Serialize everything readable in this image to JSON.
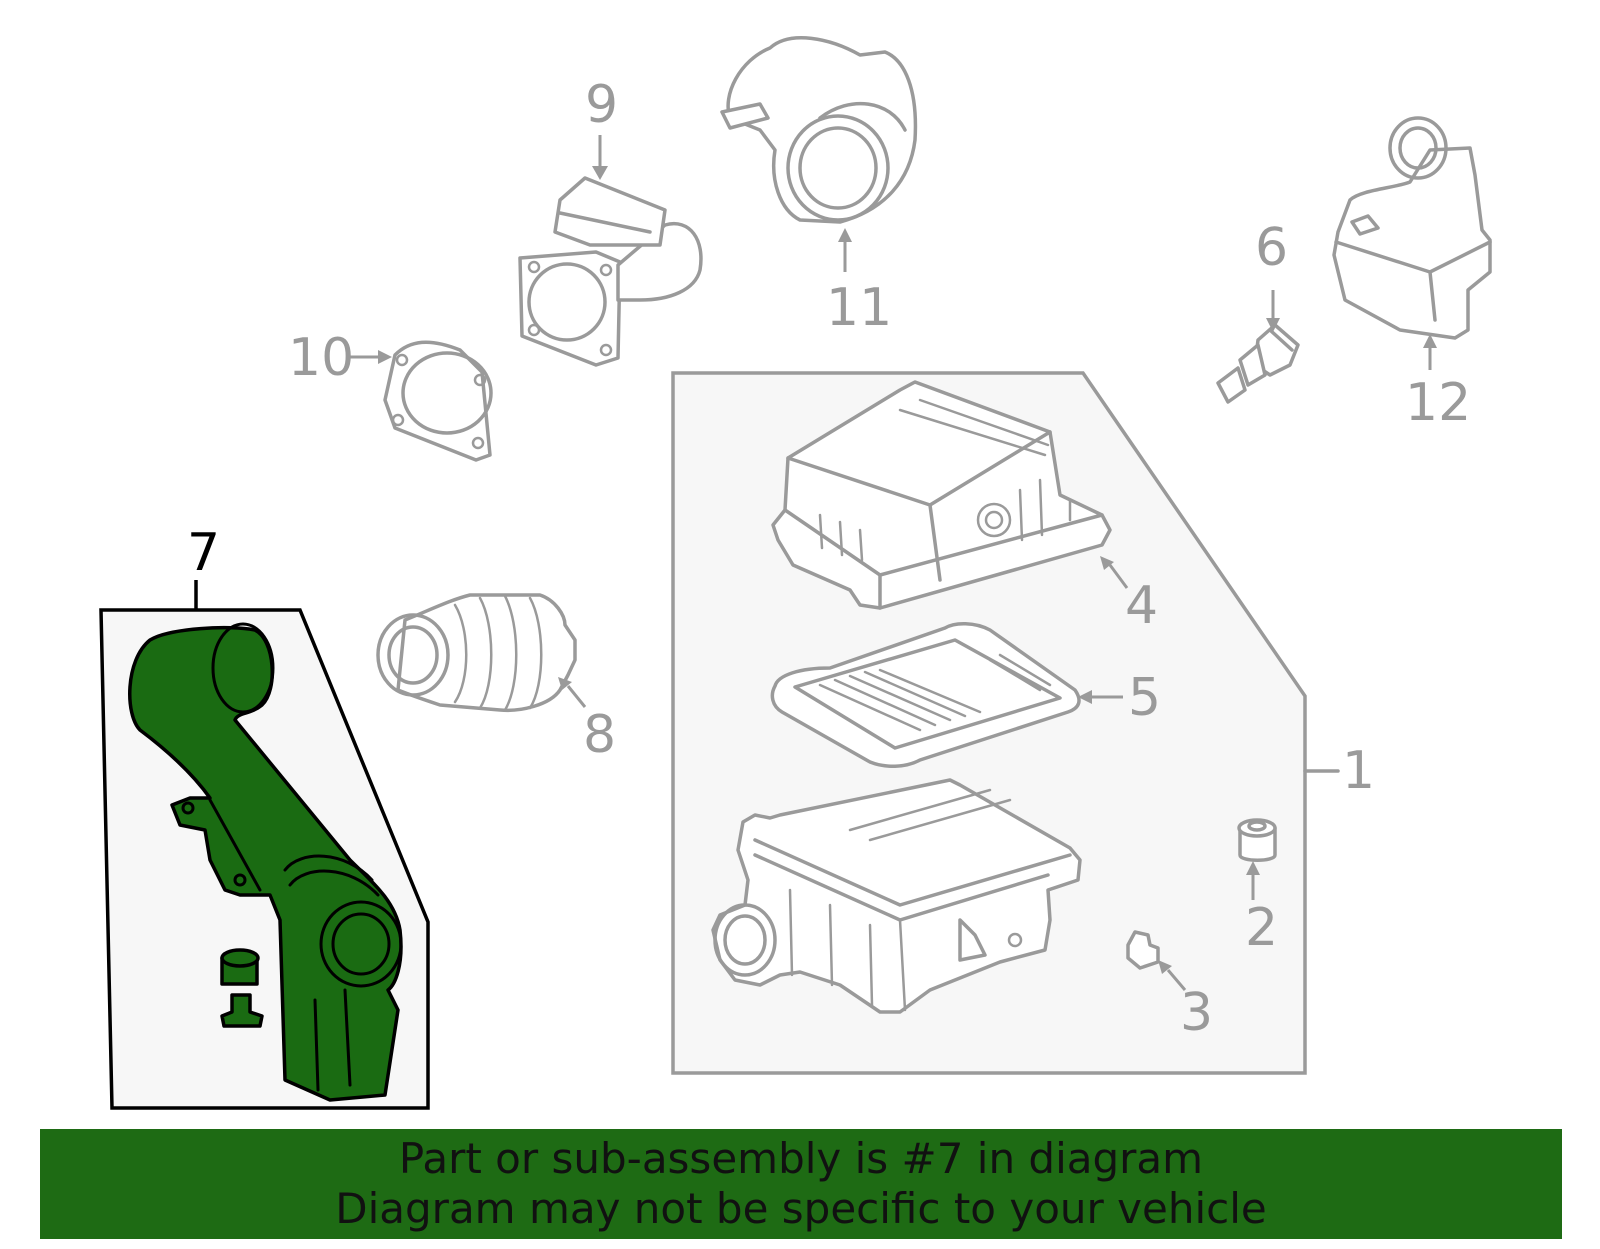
{
  "callouts": {
    "c1": "1",
    "c2": "2",
    "c3": "3",
    "c4": "4",
    "c5": "5",
    "c6": "6",
    "c7": "7",
    "c8": "8",
    "c9": "9",
    "c10": "10",
    "c11": "11",
    "c12": "12"
  },
  "highlighted_part": "7",
  "banner": {
    "line1": "Part or sub-assembly is #7 in diagram",
    "line2": "Diagram may not be specific to your vehicle"
  },
  "colors": {
    "highlight_fill": "#1a6b12",
    "banner_bg": "#1e6b14",
    "outline_gray": "#9a9a9a",
    "group_bg": "#f7f7f7"
  }
}
